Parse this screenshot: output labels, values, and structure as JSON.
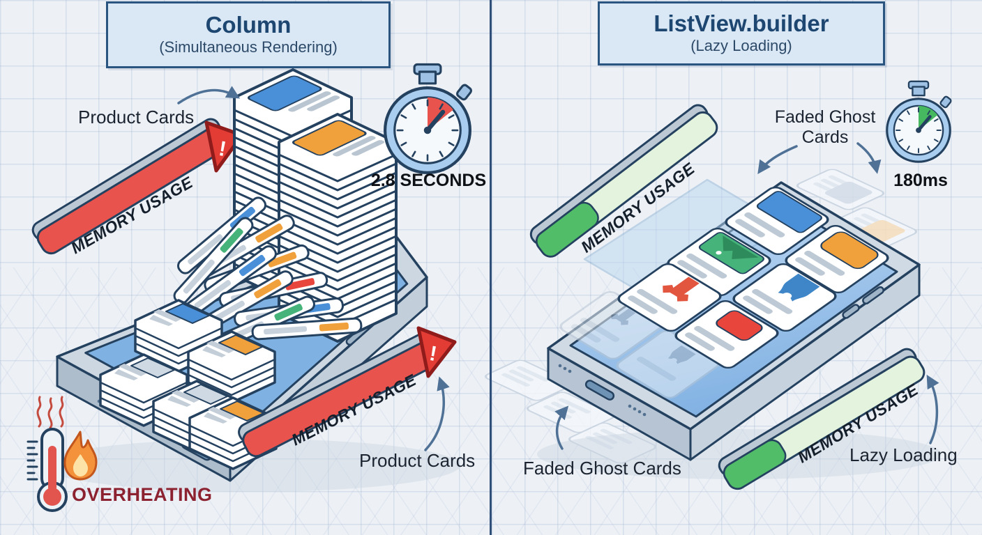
{
  "left_panel": {
    "title": "Column",
    "subtitle": "(Simultaneous Rendering)",
    "product_cards_top_label": "Product Cards",
    "product_cards_bottom_label": "Product Cards",
    "memory_bar_top_label": "MEMORY USAGE",
    "memory_bar_bottom_label": "MEMORY USAGE",
    "timer_label": "2.8 SECONDS",
    "overheating_label": "OVERHEATING",
    "warning_mark": "!"
  },
  "right_panel": {
    "title": "ListView.builder",
    "subtitle": "(Lazy Loading)",
    "ghost_cards_top_line1": "Faded Ghost",
    "ghost_cards_top_line2": "Cards",
    "ghost_cards_bottom_label": "Faded Ghost Cards",
    "memory_bar_top_label": "MEMORY USAGE",
    "memory_bar_bottom_label": "MEMORY USAGE",
    "timer_label": "180ms",
    "lazy_loading_label": "Lazy Loading"
  },
  "colors": {
    "memory_bar_red": "#e8544d",
    "memory_bar_green_fill": "#52bd68",
    "memory_bar_green_track": "#e3f3de",
    "warning_triangle": "#e23c35",
    "timer_red_wedge": "#e8544d",
    "timer_green_wedge": "#46b85f",
    "title_text": "#1d4670",
    "overheating_text": "#8c2130",
    "divider": "#30507a",
    "outline_navy": "#24415f"
  }
}
